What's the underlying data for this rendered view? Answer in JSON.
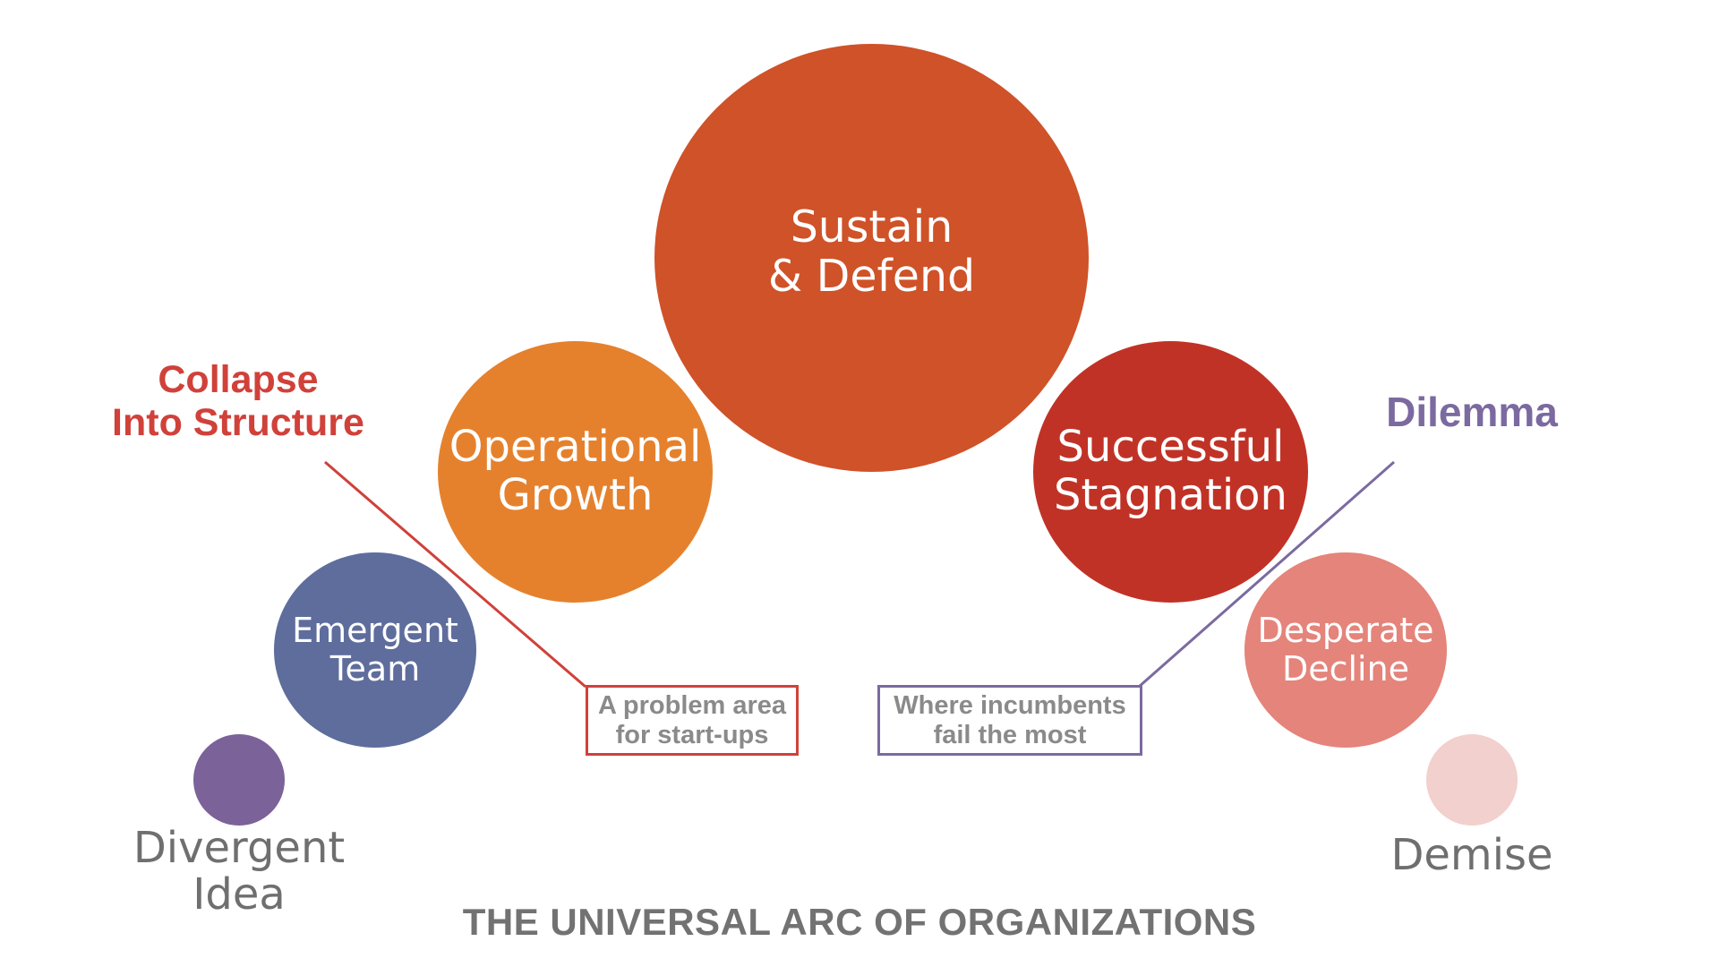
{
  "diagram": {
    "title": "THE UNIVERSAL ARC OF ORGANIZATIONS",
    "stages": [
      {
        "id": "divergent-idea",
        "line1": "Divergent",
        "line2": "Idea",
        "color": "#7b6299"
      },
      {
        "id": "emergent-team",
        "line1": "Emergent",
        "line2": "Team",
        "color": "#5e6d9c"
      },
      {
        "id": "operational-growth",
        "line1": "Operational",
        "line2": "Growth",
        "color": "#e5812d"
      },
      {
        "id": "sustain-defend",
        "line1": "Sustain",
        "line2": "& Defend",
        "color": "#cf5229"
      },
      {
        "id": "successful-stagnation",
        "line1": "Successful",
        "line2": "Stagnation",
        "color": "#c13226"
      },
      {
        "id": "desperate-decline",
        "line1": "Desperate",
        "line2": "Decline",
        "color": "#e4847b"
      },
      {
        "id": "demise",
        "line1": "Demise",
        "line2": "",
        "color": "#f2d0cd"
      }
    ],
    "callouts": {
      "left": {
        "heading_line1": "Collapse",
        "heading_line2": "Into Structure",
        "box_line1": "A problem area",
        "box_line2": "for start-ups",
        "color": "#d0413a"
      },
      "right": {
        "heading": "Dilemma",
        "box_line1": "Where incumbents",
        "box_line2": "fail the most",
        "color": "#7b6aa0"
      }
    },
    "text_color_outer": "#6f6f6f"
  }
}
